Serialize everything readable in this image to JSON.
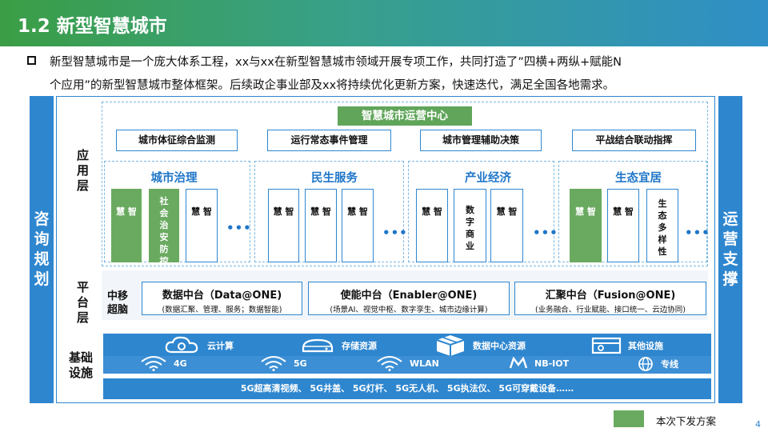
{
  "header": {
    "title": "1.2 新型智慧城市"
  },
  "intro": {
    "line1": "新型智慧城市是一个庞大体系工程，xx与xx在新型智慧城市领域开展专项工作，共同打造了”四横+两纵+赋能N",
    "line2": "个应用”的新型智慧城市整体框架。后续政企事业部及xx将持续优化更新方案，快速迭代，满足全国各地需求。"
  },
  "side": {
    "left": [
      "咨",
      "询",
      "规",
      "划"
    ],
    "right": [
      "运",
      "营",
      "支",
      "撑"
    ]
  },
  "layers": {
    "app": [
      "应",
      "用",
      "层"
    ],
    "platform": [
      "平",
      "台",
      "层"
    ],
    "infra": [
      "基础",
      "设施"
    ]
  },
  "app_layer": {
    "ops_center": "智慧城市运营中心",
    "top_buttons": [
      "城市体征综合监测",
      "运行常态事件管理",
      "城市管理辅助决策",
      "平战结合联动指挥"
    ],
    "sectors": [
      {
        "title": "城市治理",
        "card1": "慧 智",
        "card2": [
          "社",
          "会",
          "治",
          "安",
          "防",
          "控"
        ],
        "card3": "慧 智"
      },
      {
        "title": "民生服务",
        "card1": "慧 智",
        "card2": "慧 智",
        "card3": "慧 智"
      },
      {
        "title": "产业经济",
        "card1": "慧 智",
        "card2": [
          "数",
          "字",
          "商",
          "业"
        ],
        "card3": "慧 智"
      },
      {
        "title": "生态宜居",
        "card1": "慧 智",
        "card2": "慧 智",
        "card3": [
          "生",
          "态",
          "多",
          "样",
          "性"
        ]
      }
    ],
    "dots": "•••"
  },
  "platform_layer": {
    "label": [
      "中移",
      "超脑"
    ],
    "items": [
      {
        "name": "数据中台（Data@ONE)",
        "desc": "(数据汇聚、管理、服务；数据智能)"
      },
      {
        "name": "使能中台（Enabler@ONE)",
        "desc": "(场景AI、视觉中枢、数字孪生、城市边缘计算)"
      },
      {
        "name": "汇聚中台（Fusion@ONE)",
        "desc": "(业务融合、行业赋能、接口统一、云边协同)"
      }
    ]
  },
  "infra_layer": {
    "row1": [
      {
        "label": "云计算",
        "icon": "cloud-icon"
      },
      {
        "label": "存储资源",
        "icon": "storage-icon"
      },
      {
        "label": "数据中心资源",
        "icon": "datacenter-icon"
      },
      {
        "label": "其他设施",
        "icon": "server-icon"
      }
    ],
    "row2": [
      {
        "label": "4G",
        "icon": "wifi-icon"
      },
      {
        "label": "5G",
        "icon": "wifi-icon"
      },
      {
        "label": "WLAN",
        "icon": "wifi-icon"
      },
      {
        "label": "NB-IOT",
        "icon": "nbiot-icon"
      },
      {
        "label": "专线",
        "icon": "globe-icon"
      }
    ],
    "row3": "5G超高清视频、  5G井盖、  5G灯杆、  5G无人机、  5G执法仪、  5G可穿戴设备……"
  },
  "legend": {
    "label": "本次下发方案",
    "color": "#6aaa60"
  },
  "page_number": "4",
  "colors": {
    "primary": "#2e86cf",
    "green": "#6aaa60",
    "sector_title": "#1f76c8"
  }
}
